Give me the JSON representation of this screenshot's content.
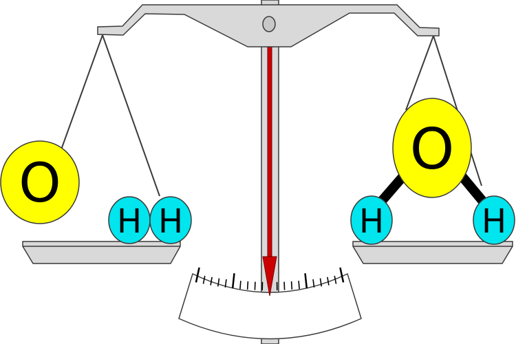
{
  "colors": {
    "metal": "#d9d9d9",
    "outline": "#3a3a3a",
    "needle": "#cc0000",
    "oxygen": "#ffff00",
    "hydrogen": "#00e5ee",
    "bond": "#000000"
  },
  "left_pan": {
    "atoms": [
      {
        "symbol": "O",
        "element": "oxygen"
      },
      {
        "symbol": "H",
        "element": "hydrogen"
      },
      {
        "symbol": "H",
        "element": "hydrogen"
      }
    ]
  },
  "right_pan": {
    "molecule": [
      {
        "symbol": "O",
        "element": "oxygen"
      },
      {
        "symbol": "H",
        "element": "hydrogen"
      },
      {
        "symbol": "H",
        "element": "hydrogen"
      }
    ]
  },
  "scale": {
    "needle_position": "center",
    "tick_count": 21
  }
}
